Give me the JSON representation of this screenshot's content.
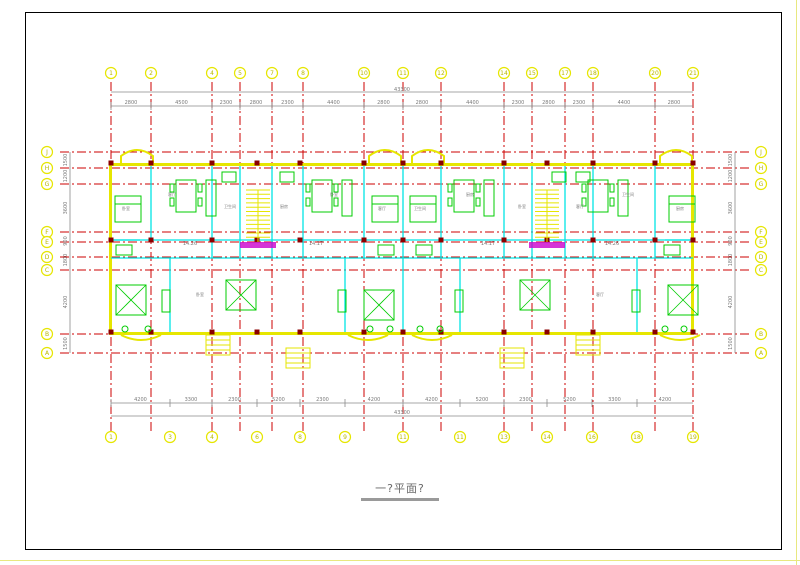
{
  "drawing": {
    "title": "一?平面?",
    "colors": {
      "axis": "#cc0000",
      "bubble": "#e6e600",
      "wall": "#e6e600",
      "partition": "#00e5e5",
      "furniture": "#00cc00",
      "dimension": "#8a8a8a",
      "column": "#8b0000",
      "accent": "#cc00cc",
      "text": "#7a7a7a"
    },
    "column_axes": [
      {
        "top": "1",
        "bottom": "1"
      },
      {
        "top": "2",
        "bottom": "3"
      },
      {
        "top": "4",
        "bottom": "4"
      },
      {
        "top": "5",
        "bottom": "6"
      },
      {
        "top": "7",
        "bottom": "8"
      },
      {
        "top": "8",
        "bottom": "9"
      },
      {
        "top": "10",
        "bottom": "11"
      },
      {
        "top": "11",
        "bottom": "11"
      },
      {
        "top": "12",
        "bottom": "13"
      },
      {
        "top": "14",
        "bottom": "14"
      },
      {
        "top": "15",
        "bottom": "16"
      },
      {
        "top": "17",
        "bottom": "18"
      },
      {
        "top": "18",
        "bottom": "19"
      },
      {
        "top": "20",
        "bottom": "21"
      },
      {
        "top": "21",
        "bottom": "21"
      }
    ],
    "row_axes": [
      "J",
      "H",
      "G",
      "F",
      "E",
      "D",
      "C",
      "B",
      "A"
    ],
    "top_dimensions": [
      "2800",
      "4500",
      "2300",
      "2800",
      "2300",
      "4400",
      "2800",
      "2800",
      "4400",
      "2300",
      "2800",
      "2300",
      "4400",
      "2800"
    ],
    "top_total": "43300",
    "bottom_dimensions": [
      "4200",
      "3300",
      "2300",
      "5200",
      "2300",
      "4200",
      "4200",
      "5200",
      "2300",
      "5200",
      "3300",
      "4200"
    ],
    "bottom_total": "43300",
    "left_dimensions": [
      "1500",
      "1200",
      "3600",
      "900",
      "1800",
      "4200",
      "1500"
    ],
    "right_dimensions": [
      "1500",
      "1200",
      "3600",
      "900",
      "1800",
      "4200",
      "1500"
    ],
    "room_labels": [
      "卧室",
      "客厅",
      "卫生间",
      "厨房",
      "卧室",
      "客厅",
      "卫生间",
      "厨房",
      "卧室",
      "客厅",
      "卫生间",
      "厨房",
      "卧室",
      "客厅"
    ],
    "area_labels": [
      "14.26",
      "14.17",
      "14.17",
      "14.26"
    ]
  }
}
